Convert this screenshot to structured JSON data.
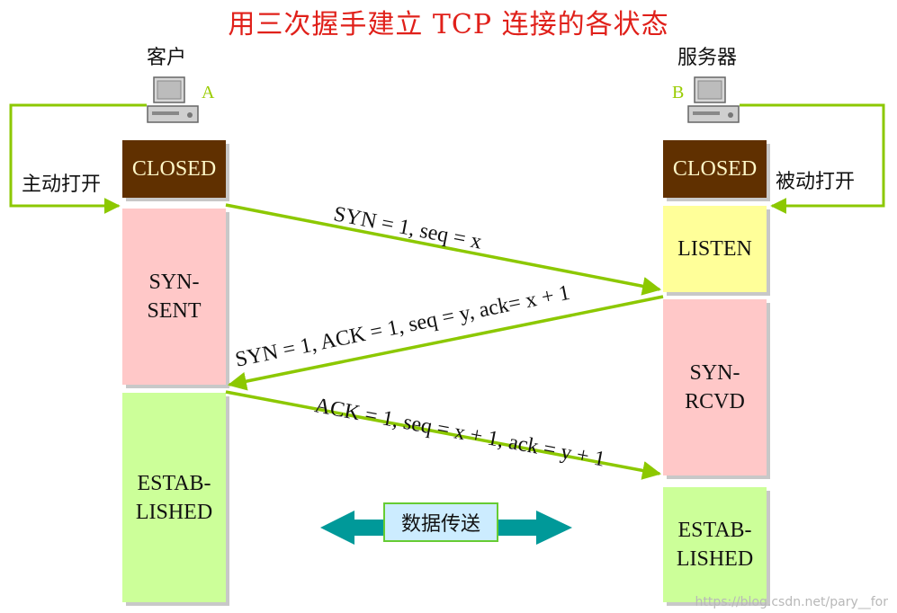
{
  "title": "用三次握手建立 TCP 连接的各状态",
  "client": {
    "role_label": "客户",
    "host_letter": "A",
    "open_label": "主动打开"
  },
  "server": {
    "role_label": "服务器",
    "host_letter": "B",
    "open_label": "被动打开"
  },
  "client_states": [
    "CLOSED",
    "SYN-\nSENT",
    "ESTAB-\nLISHED"
  ],
  "server_states": [
    "CLOSED",
    "LISTEN",
    "SYN-\nRCVD",
    "ESTAB-\nLISHED"
  ],
  "messages": [
    "SYN = 1, seq = x",
    "SYN = 1, ACK = 1, seq = y, ack= x + 1",
    "ACK = 1, seq = x + 1, ack = y + 1"
  ],
  "data_transfer_label": "数据传送",
  "watermark": "https://blog.csdn.net/pary__for",
  "colors": {
    "title": "#e0201a",
    "closed_bg": "#603000",
    "syn_bg": "#ffc8c8",
    "established_bg": "#ccff99",
    "listen_bg": "#ffff99",
    "arrow": "#8cc800",
    "data_arrow": "#009999"
  },
  "icons": [
    "computer-icon"
  ]
}
